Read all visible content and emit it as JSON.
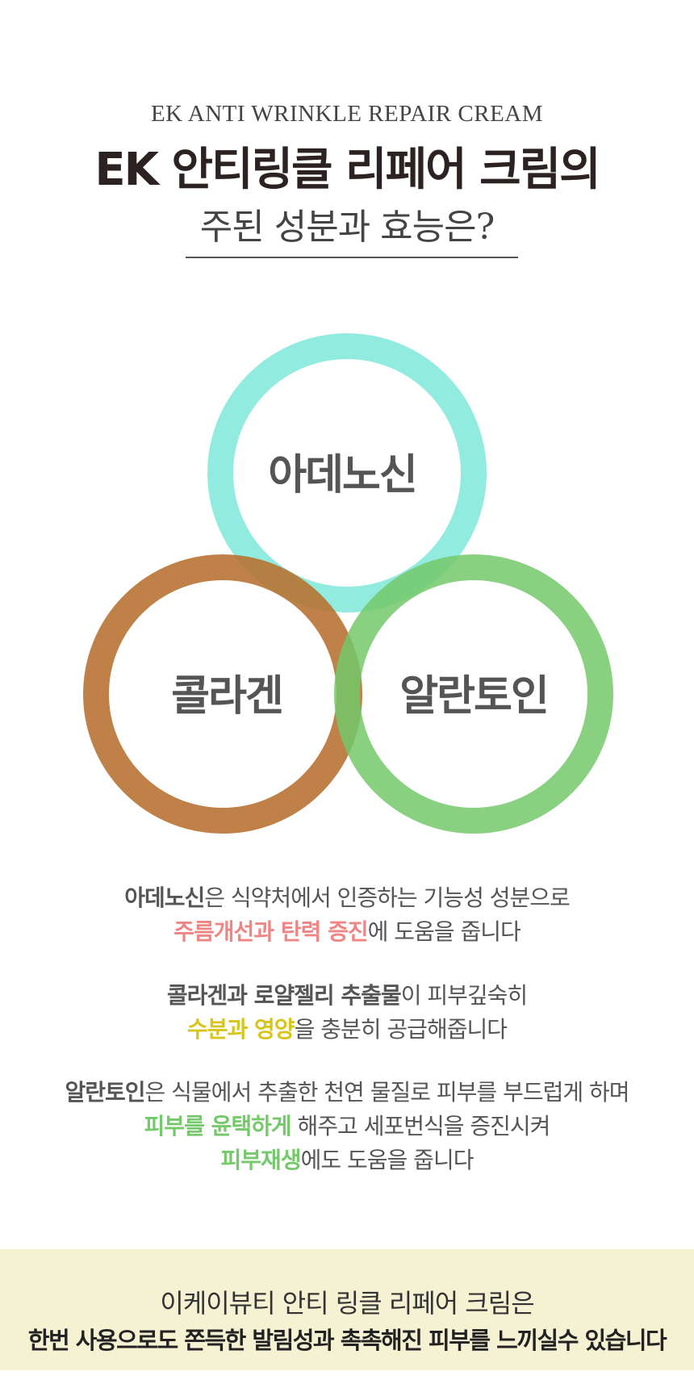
{
  "header": {
    "subtitle_en": "EK ANTI WRINKLE REPAIR CREAM",
    "title_main": "EK 안티링클 리페어 크림의",
    "title_sub": "주된 성분과 효능은?"
  },
  "venn": {
    "top": {
      "label": "아데노신",
      "color": "#7ee8d8"
    },
    "left": {
      "label": "콜라겐",
      "color": "#b87333"
    },
    "right": {
      "label": "알란토인",
      "color": "#74c96a"
    }
  },
  "descriptions": [
    {
      "lines": [
        [
          {
            "text": "아데노신",
            "style": "bold"
          },
          {
            "text": "은 식약처에서 인증하는 기능성 성분으로",
            "style": "plain"
          }
        ],
        [
          {
            "text": "주름개선과 탄력 증진",
            "style": "pink"
          },
          {
            "text": "에 도움을 줍니다",
            "style": "plain"
          }
        ]
      ]
    },
    {
      "lines": [
        [
          {
            "text": "콜라겐과 로얄젤리 추출물",
            "style": "bold"
          },
          {
            "text": "이 피부깊숙히",
            "style": "plain"
          }
        ],
        [
          {
            "text": "수분과 영양",
            "style": "yellow"
          },
          {
            "text": "을 충분히 공급해줍니다",
            "style": "plain"
          }
        ]
      ]
    },
    {
      "lines": [
        [
          {
            "text": "알란토인",
            "style": "bold"
          },
          {
            "text": "은 식물에서 추출한 천연 물질로 피부를 부드럽게 하며",
            "style": "plain"
          }
        ],
        [
          {
            "text": "피부를 윤택하게",
            "style": "green"
          },
          {
            "text": " 해주고 세포번식을 증진시켜",
            "style": "plain"
          }
        ],
        [
          {
            "text": "피부재생",
            "style": "green"
          },
          {
            "text": "에도 도움을 줍니다",
            "style": "plain"
          }
        ]
      ]
    }
  ],
  "footer": {
    "line1": "이케이뷰티  안티 링클 리페어 크림은",
    "line2": "한번 사용으로도 쫀득한 발림성과 촉촉해진 피부를 느끼실수 있습니다"
  }
}
